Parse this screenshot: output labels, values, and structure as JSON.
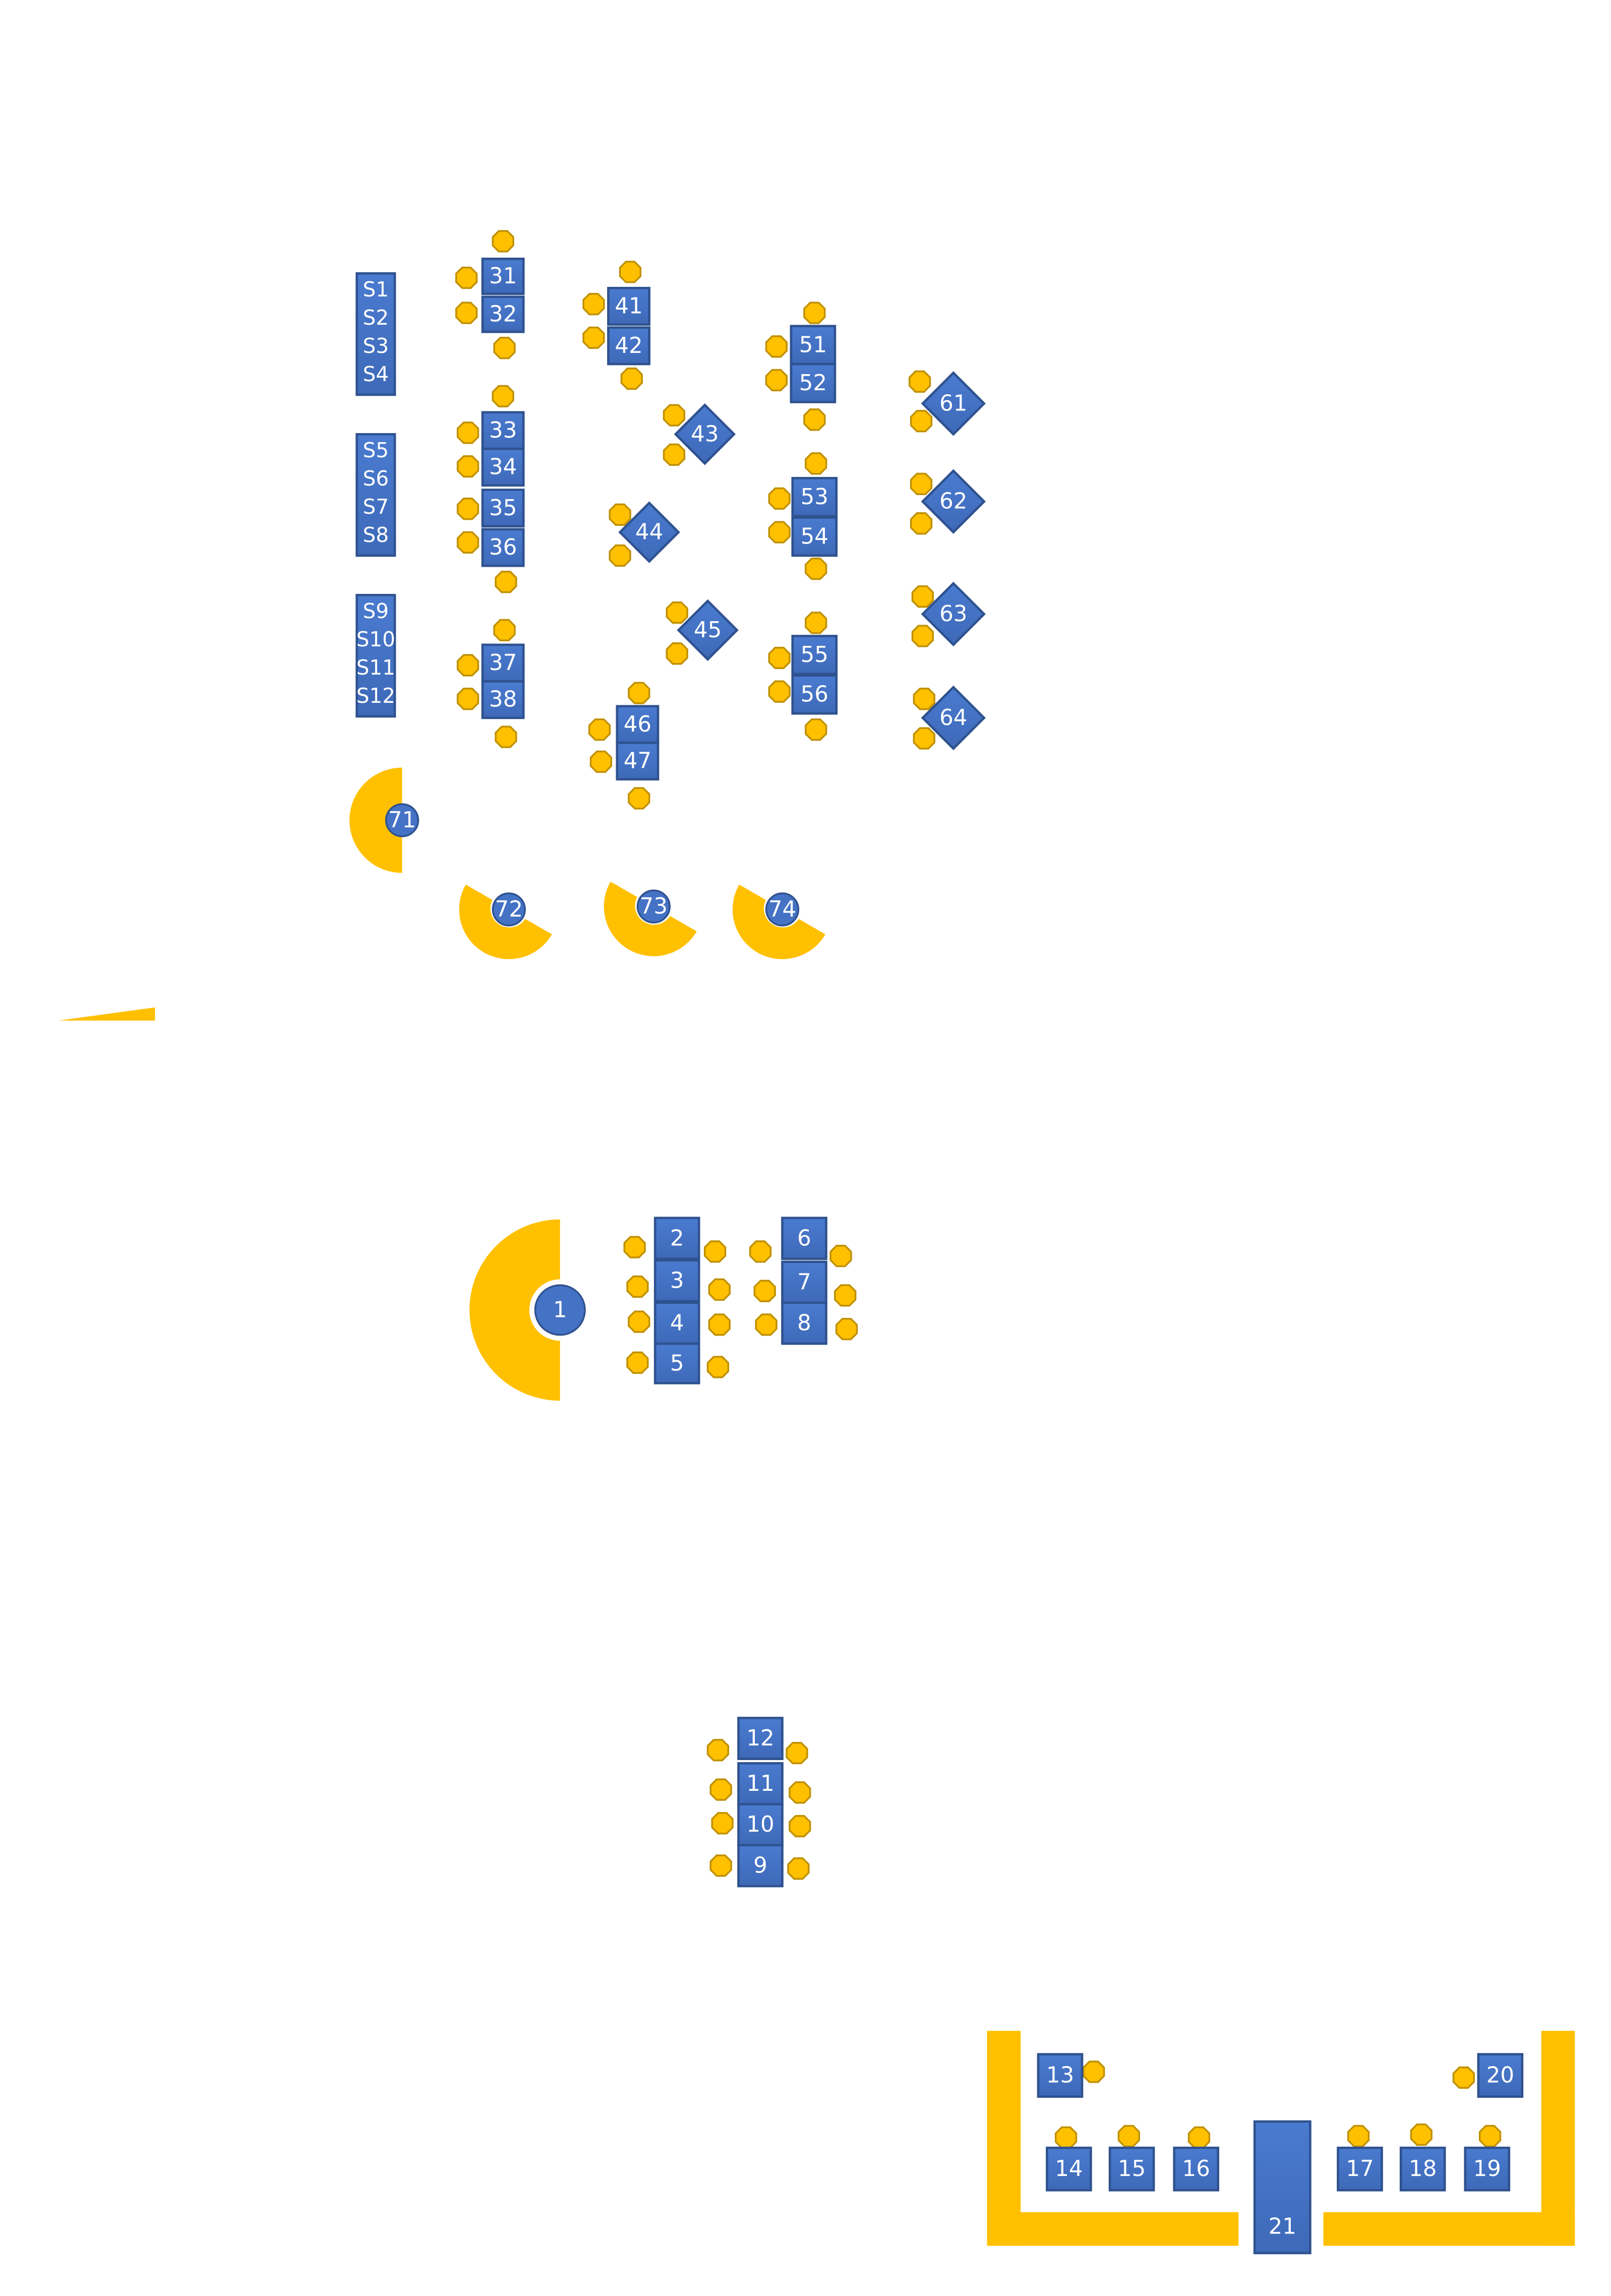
{
  "floor_plan": {
    "colors": {
      "table_fill": "#4472c4",
      "table_stroke": "#2f528f",
      "chair_fill": "#ffc000",
      "chair_stroke": "#bf9000",
      "lounge_fill": "#ffc000",
      "label_text": "#ffffff"
    },
    "stool_groups": [
      {
        "labels": [
          "S1",
          "S2",
          "S3",
          "S4"
        ]
      },
      {
        "labels": [
          "S5",
          "S6",
          "S7",
          "S8"
        ]
      },
      {
        "labels": [
          "S9",
          "S10",
          "S11",
          "S12"
        ]
      }
    ],
    "tables": [
      {
        "label": "31",
        "shape": "rect"
      },
      {
        "label": "32",
        "shape": "rect"
      },
      {
        "label": "33",
        "shape": "rect"
      },
      {
        "label": "34",
        "shape": "rect"
      },
      {
        "label": "35",
        "shape": "rect"
      },
      {
        "label": "36",
        "shape": "rect"
      },
      {
        "label": "37",
        "shape": "rect"
      },
      {
        "label": "38",
        "shape": "rect"
      },
      {
        "label": "41",
        "shape": "rect"
      },
      {
        "label": "42",
        "shape": "rect"
      },
      {
        "label": "43",
        "shape": "diamond"
      },
      {
        "label": "44",
        "shape": "diamond"
      },
      {
        "label": "45",
        "shape": "diamond"
      },
      {
        "label": "46",
        "shape": "rect"
      },
      {
        "label": "47",
        "shape": "rect"
      },
      {
        "label": "51",
        "shape": "rect"
      },
      {
        "label": "52",
        "shape": "rect"
      },
      {
        "label": "53",
        "shape": "rect"
      },
      {
        "label": "54",
        "shape": "rect"
      },
      {
        "label": "55",
        "shape": "rect"
      },
      {
        "label": "56",
        "shape": "rect"
      },
      {
        "label": "61",
        "shape": "diamond"
      },
      {
        "label": "62",
        "shape": "diamond"
      },
      {
        "label": "63",
        "shape": "diamond"
      },
      {
        "label": "64",
        "shape": "diamond"
      },
      {
        "label": "2",
        "shape": "rect"
      },
      {
        "label": "3",
        "shape": "rect"
      },
      {
        "label": "4",
        "shape": "rect"
      },
      {
        "label": "5",
        "shape": "rect"
      },
      {
        "label": "6",
        "shape": "rect"
      },
      {
        "label": "7",
        "shape": "rect"
      },
      {
        "label": "8",
        "shape": "rect"
      },
      {
        "label": "12",
        "shape": "rect"
      },
      {
        "label": "11",
        "shape": "rect"
      },
      {
        "label": "10",
        "shape": "rect"
      },
      {
        "label": "9",
        "shape": "rect"
      },
      {
        "label": "13",
        "shape": "rect"
      },
      {
        "label": "14",
        "shape": "rect"
      },
      {
        "label": "15",
        "shape": "rect"
      },
      {
        "label": "16",
        "shape": "rect"
      },
      {
        "label": "17",
        "shape": "rect"
      },
      {
        "label": "18",
        "shape": "rect"
      },
      {
        "label": "19",
        "shape": "rect"
      },
      {
        "label": "20",
        "shape": "rect"
      },
      {
        "label": "21",
        "shape": "rect"
      }
    ],
    "lounges": [
      {
        "label": "71"
      },
      {
        "label": "72"
      },
      {
        "label": "73"
      },
      {
        "label": "74"
      },
      {
        "label": "1"
      }
    ]
  }
}
